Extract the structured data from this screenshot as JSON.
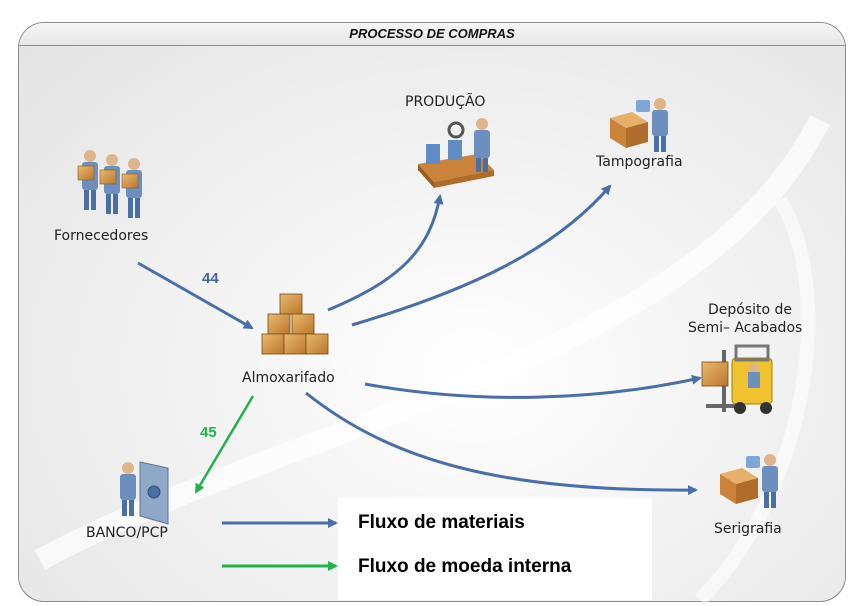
{
  "title": "PROCESSO DE COMPRAS",
  "nodes": {
    "fornecedores": "Fornecedores",
    "producao": "PRODUÇÃO",
    "tampografia": "Tampografia",
    "almoxarifado": "Almoxarifado",
    "deposito_line1": "Depósito de",
    "deposito_line2": "Semi– Acabados",
    "banco": "BANCO/PCP",
    "serigrafia": "Serigrafia"
  },
  "flows": {
    "fornecedores_to_almoxarifado": "44",
    "almoxarifado_to_banco": "45"
  },
  "legend": {
    "materials_label": "Fluxo de materiais",
    "currency_label": "Fluxo de moeda interna"
  },
  "colors": {
    "materials_flow": "#4a6ea8",
    "currency_flow": "#22b24c",
    "flow_44": "#3f67a8",
    "flow_45": "#22b24c"
  },
  "icons": {
    "fornecedores": "workers-with-boxes-icon",
    "producao": "production-line-worker-icon",
    "tampografia": "worker-with-box-icon",
    "almoxarifado": "stacked-boxes-icon",
    "deposito": "forklift-icon",
    "banco": "person-at-safe-icon",
    "serigrafia": "worker-with-box-icon"
  }
}
